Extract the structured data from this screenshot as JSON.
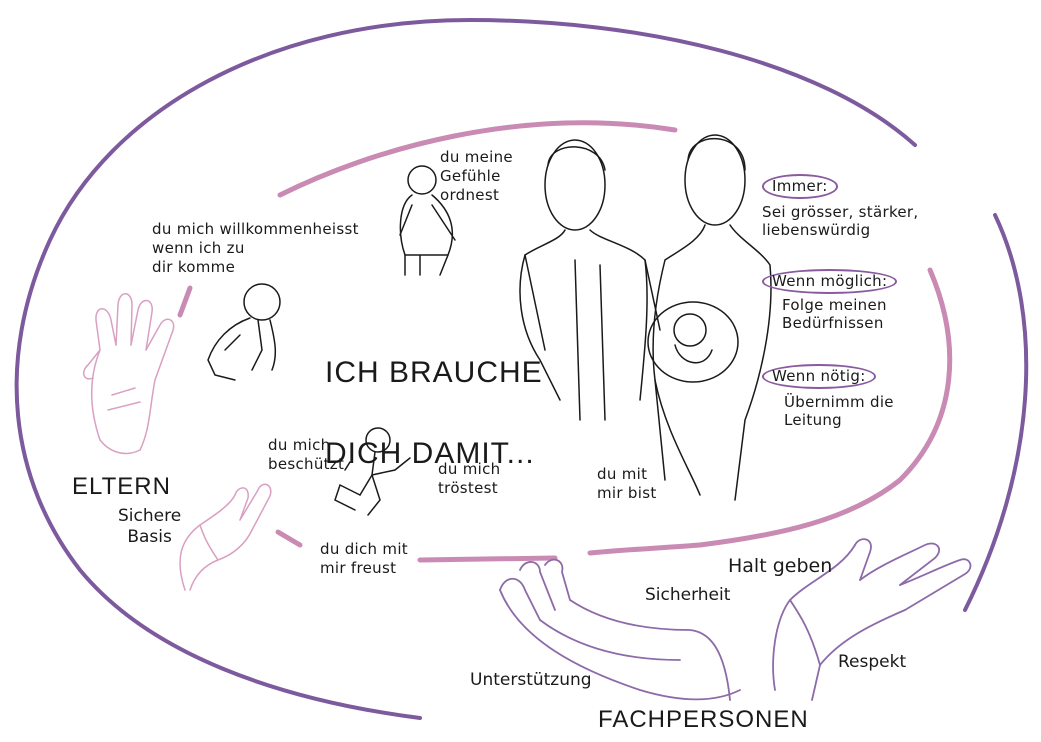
{
  "colors": {
    "outer_ring": "#7d5a9e",
    "inner_ring": "#c98bb3",
    "ink": "#1a1a1a",
    "hand_pink": "#d9a0c2",
    "hand_purple": "#8d6aa8",
    "oval_purple": "#8a5aa0"
  },
  "center": {
    "line1": "ICH BRAUCHE",
    "line2": "DICH DAMIT..."
  },
  "needs": {
    "willkommen": "du mich willkommenheisst\nwenn ich zu\ndir komme",
    "gefuehle": "du meine\nGefühle\nordnest",
    "beschuetzt": "du mich\nbeschützt",
    "troestest": "du mich\ntröstest",
    "freust": "du dich mit\nmir freust",
    "bist": "du mit\nmir bist"
  },
  "rules": {
    "immer_label": "Immer:",
    "immer_text": "Sei grösser, stärker,\nliebenswürdig",
    "moeglich_label": "Wenn möglich:",
    "moeglich_text": "Folge meinen\nBedürfnissen",
    "noetig_label": "Wenn nötig:",
    "noetig_text": "Übernimm die\nLeitung"
  },
  "eltern": {
    "title": "ELTERN",
    "subtitle": "Sichere\nBasis"
  },
  "fachpersonen": {
    "title": "FACHPERSONEN",
    "unterstuetzung": "Unterstützung",
    "sicherheit": "Sicherheit",
    "halt": "Halt geben",
    "respekt": "Respekt"
  },
  "icons": [
    "eltern-open-hand-icon",
    "eltern-cupped-hand-icon",
    "fachpersonen-left-hand-icon",
    "fachpersonen-right-hand-icon",
    "standing-child-icon",
    "crawling-baby-icon",
    "falling-child-icon",
    "parent-figure-icon",
    "parent-with-baby-figure-icon"
  ]
}
